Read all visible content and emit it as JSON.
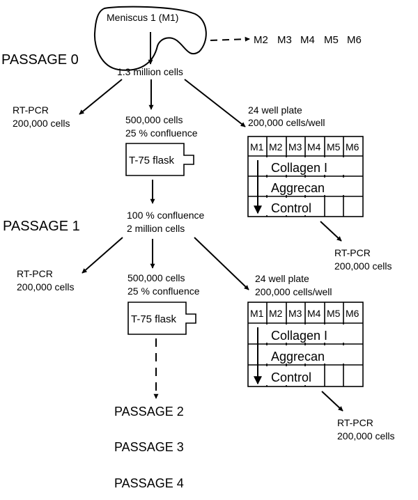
{
  "meniscus": {
    "label": "Meniscus 1 (M1)",
    "others": [
      "M2",
      "M3",
      "M4",
      "M5",
      "M6"
    ]
  },
  "passage0": {
    "title": "PASSAGE 0",
    "cells": "1.3 million cells",
    "rtpcr": [
      "RT-PCR",
      "200,000 cells"
    ],
    "seed": [
      "500,000 cells",
      "25 % confluence"
    ],
    "flask": "T-75 flask",
    "plate": [
      "24 well plate",
      "200,000 cells/well"
    ],
    "plate_columns": [
      "M1",
      "M2",
      "M3",
      "M4",
      "M5",
      "M6"
    ],
    "plate_rows": [
      "Collagen I",
      "Aggrecan",
      "Control"
    ],
    "plate_rtpcr": [
      "RT-PCR",
      "200,000 cells"
    ]
  },
  "passage1": {
    "title": "PASSAGE 1",
    "cells": [
      "100 % confluence",
      "2 million cells"
    ],
    "rtpcr": [
      "RT-PCR",
      "200,000 cells"
    ],
    "seed": [
      "500,000 cells",
      "25 % confluence"
    ],
    "flask": "T-75 flask",
    "plate": [
      "24 well plate",
      "200,000 cells/well"
    ],
    "plate_columns": [
      "M1",
      "M2",
      "M3",
      "M4",
      "M5",
      "M6"
    ],
    "plate_rows": [
      "Collagen I",
      "Aggrecan",
      "Control"
    ],
    "plate_rtpcr": [
      "RT-PCR",
      "200,000 cells"
    ]
  },
  "later_passages": [
    "PASSAGE 2",
    "PASSAGE 3",
    "PASSAGE 4"
  ]
}
